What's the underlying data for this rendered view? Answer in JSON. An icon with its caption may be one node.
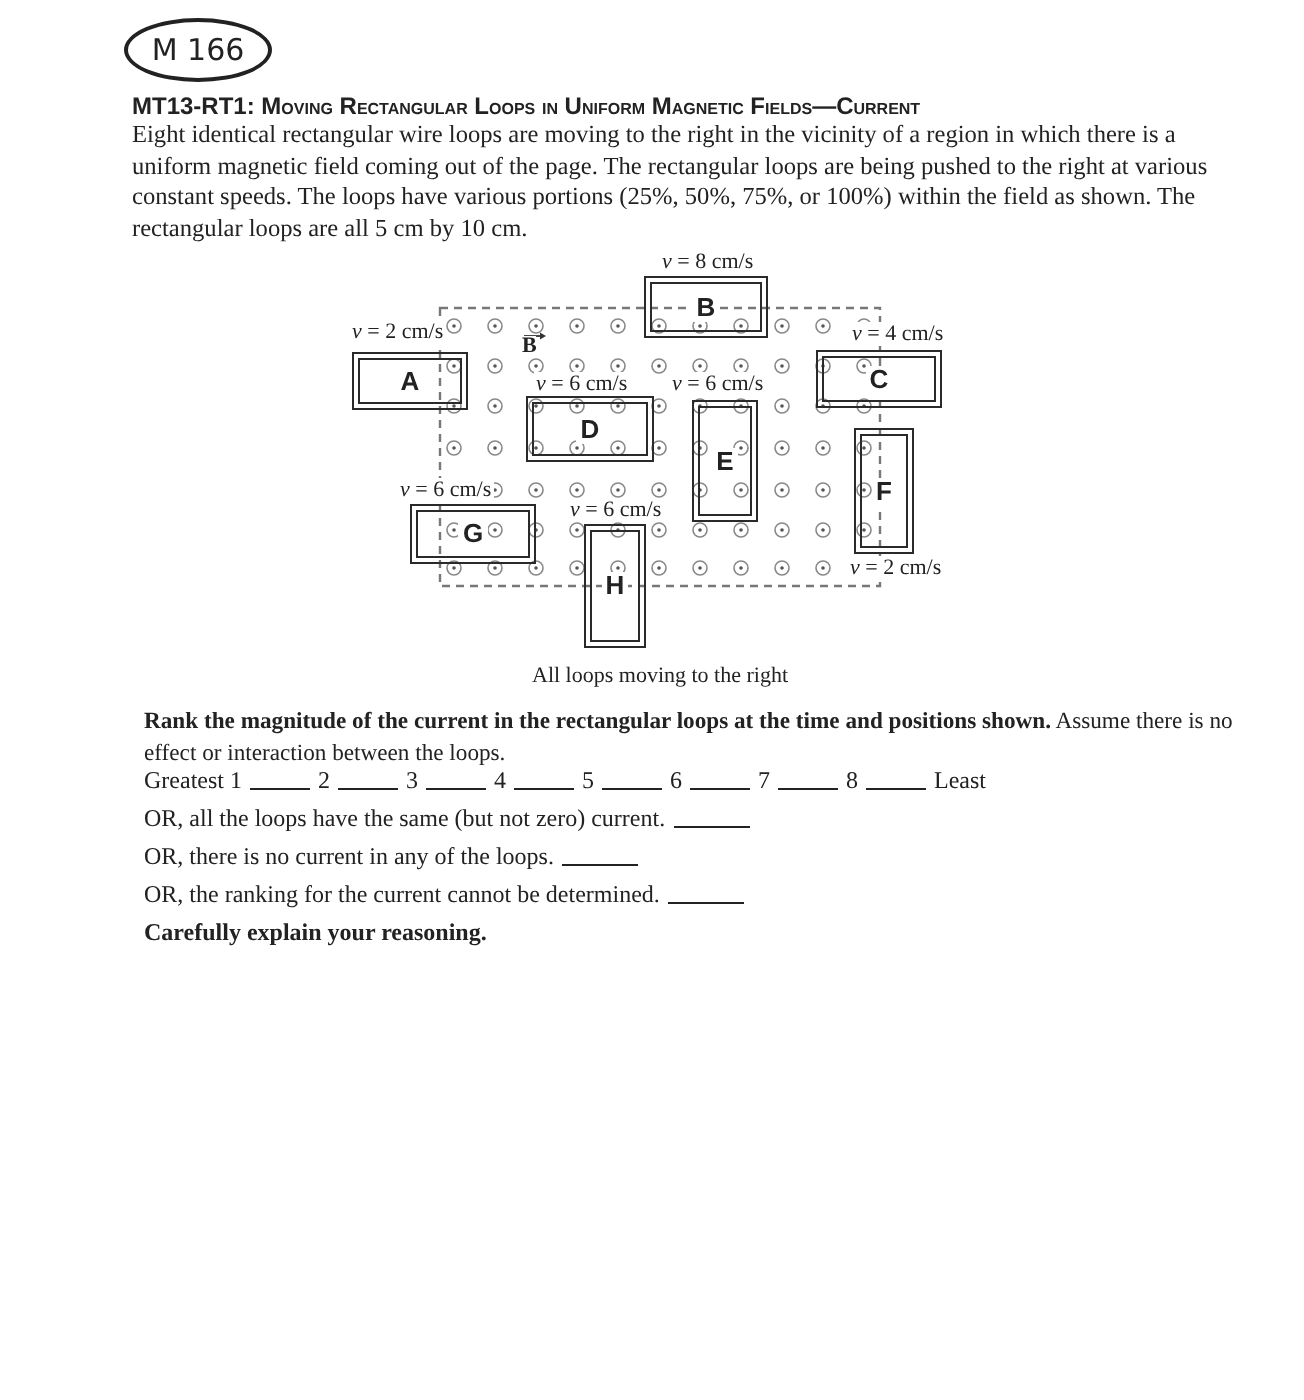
{
  "diagram": {
    "title": "MT13-RT1: Moving Rectangular Loops in Uniform Magnetic Fields—Current",
    "nodes": [
      {
        "text": [
          "A"
        ],
        "beside": [
          "*v* = 2 cm/s"
        ]
      },
      {
        "text": [
          "B"
        ],
        "beside": [
          "*v* = 8 cm/s"
        ]
      },
      {
        "text": [
          "C"
        ],
        "beside": [
          "*v* = 4 cm/s"
        ]
      },
      {
        "text": [
          "D"
        ],
        "beside": [
          "*v* = 6 cm/s"
        ]
      },
      {
        "text": [
          "E"
        ],
        "beside": [
          "*v* = 6 cm/s"
        ]
      },
      {
        "text": [
          "F"
        ],
        "beside": [
          "*v* = 2 cm/s"
        ]
      },
      {
        "text": [
          "G"
        ],
        "beside": [
          "*v* = 6 cm/s"
        ]
      },
      {
        "text": [
          "H"
        ],
        "beside": [
          "*v* = 6 cm/s"
        ]
      }
    ],
    "labels": [
      "M 166",
      "Eight identical rectangular wire loops are moving to the right in the vicinity of a region in which there is a uniform magnetic field coming out of the page. The rectangular loops are being pushed to the right at various constant speeds. The loops have various portions (25%, 50%, 75%, or 100%) within the field as shown. The rectangular loops are all 5 cm by 10 cm.",
      "B",
      "All loops moving to the right",
      "**Rank the magnitude of the current in the rectangular loops at the time and positions shown.** Assume there is no effect or interaction between the loops.",
      "Greatest 1",
      "2",
      "3",
      "4",
      "5",
      "6",
      "7",
      "8",
      "Least",
      "OR, all the loops have the same (but not zero) current.",
      "OR, there is no current in any of the loops.",
      "OR, the ranking for the current cannot be determined.",
      "Carefully explain your reasoning."
    ]
  }
}
